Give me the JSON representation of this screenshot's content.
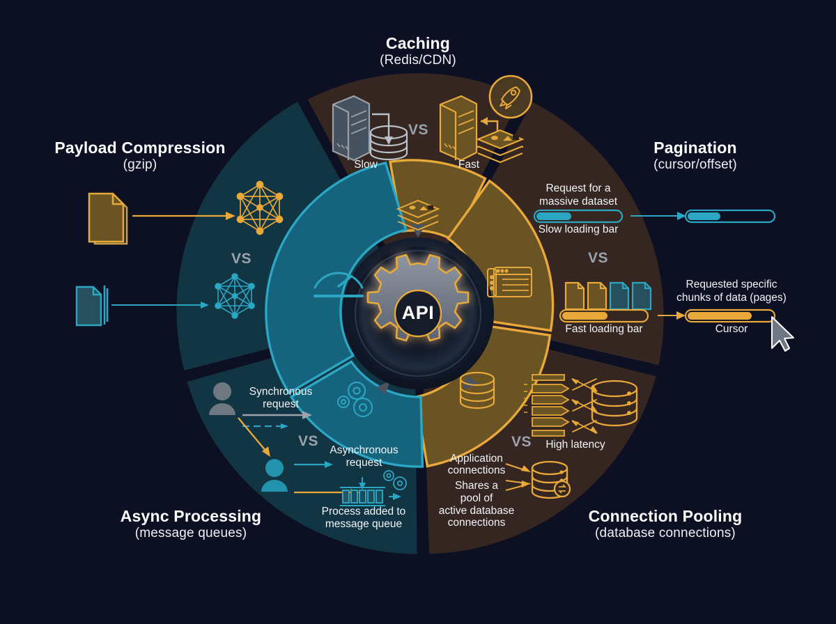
{
  "meta": {
    "background": "#0c1022",
    "gold": "#e8a93a",
    "teal": "#2ba7c4",
    "white": "#ffffff",
    "grey": "#9aa3ad",
    "sector_gold_outer": "#352621",
    "sector_gold_inner": "#6b5423",
    "sector_teal_outer": "#123544",
    "sector_teal_inner": "#15637d"
  },
  "hub": {
    "label": "API",
    "icon": "gear-icon"
  },
  "vs_label": "VS",
  "sections": [
    {
      "id": "caching",
      "title": "Caching",
      "subtitle": "(Redis/CDN)",
      "accent": "#e8a93a",
      "badge_icon": "rocket-icon",
      "inner_icon": "layers-icon",
      "labels": [
        {
          "name": "slow-label",
          "text": "Slow"
        },
        {
          "name": "fast-label",
          "text": "Fast"
        }
      ]
    },
    {
      "id": "pagination",
      "title": "Pagination",
      "subtitle": "(cursor/offset)",
      "accent": "#e8a93a",
      "inner_icon": "api-list-window-icon",
      "labels": [
        {
          "name": "request-massive-dataset-label",
          "text": "Request for a\nmassive dataset"
        },
        {
          "name": "slow-loading-bar-label",
          "text": "Slow loading bar"
        },
        {
          "name": "fast-loading-bar-label",
          "text": "Fast loading bar"
        },
        {
          "name": "requested-chunks-label",
          "text": "Requested specific\nchunks of data (pages)"
        },
        {
          "name": "cursor-label",
          "text": "Cursor"
        }
      ],
      "progress": {
        "slow_percent": 40,
        "fast_percent": 52,
        "slow_out_percent": 38,
        "fast_out_percent": 72
      }
    },
    {
      "id": "connection-pooling",
      "title": "Connection Pooling",
      "subtitle": "(database connections)",
      "accent": "#e8a93a",
      "inner_icon": "database-icon",
      "labels": [
        {
          "name": "high-latency-label",
          "text": "High latency"
        },
        {
          "name": "application-connections-label",
          "text": "Application\nconnections"
        },
        {
          "name": "shares-pool-label",
          "text": "Shares a\npool of\nactive database\nconnections"
        }
      ]
    },
    {
      "id": "async-processing",
      "title": "Async Processing",
      "subtitle": "(message queues)",
      "accent": "#2ba7c4",
      "inner_icon": "gears-icon",
      "labels": [
        {
          "name": "synchronous-request-label",
          "text": "Synchronous\nrequest"
        },
        {
          "name": "asynchronous-request-label",
          "text": "Asynchronous\nrequest"
        },
        {
          "name": "process-added-queue-label",
          "text": "Process added to\nmessage queue"
        }
      ]
    },
    {
      "id": "payload-compression",
      "title": "Payload Compression",
      "subtitle": "(gzip)",
      "accent": "#2ba7c4",
      "inner_icon": "speedometer-icon",
      "labels": []
    }
  ],
  "text": {
    "caching_title": "Caching",
    "caching_sub": "(Redis/CDN)",
    "pagination_title": "Pagination",
    "pagination_sub": "(cursor/offset)",
    "pooling_title": "Connection Pooling",
    "pooling_sub": "(database connections)",
    "async_title": "Async Processing",
    "async_sub": "(message queues)",
    "payload_title": "Payload Compression",
    "payload_sub": "(gzip)",
    "slow": "Slow",
    "fast": "Fast",
    "vs": "VS",
    "req_massive_1": "Request for a",
    "req_massive_2": "massive dataset",
    "slow_bar": "Slow loading bar",
    "fast_bar": "Fast loading bar",
    "req_chunks_1": "Requested specific",
    "req_chunks_2": "chunks of data (pages)",
    "cursor": "Cursor",
    "high_latency": "High latency",
    "app_conn_1": "Application",
    "app_conn_2": "connections",
    "shares_1": "Shares a",
    "shares_2": "pool of",
    "shares_3": "active database",
    "shares_4": "connections",
    "sync_1": "Synchronous",
    "sync_2": "request",
    "async_1": "Asynchronous",
    "async_2": "request",
    "queue_1": "Process added to",
    "queue_2": "message queue",
    "api": "API"
  }
}
